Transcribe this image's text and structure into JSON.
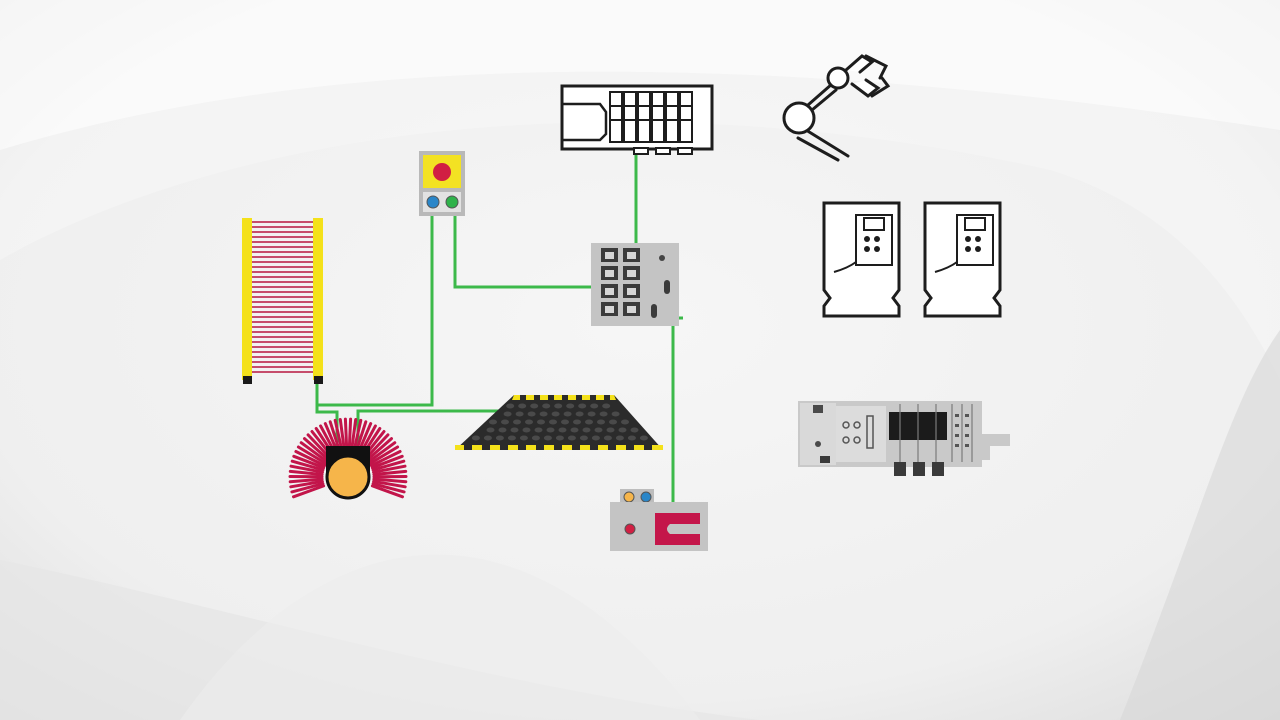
{
  "diagram": {
    "colors": {
      "background": "#f2f2f2",
      "wire": "#3cb94a",
      "hazard_yellow": "#f4e11a",
      "curtain_beam": "#b8163f",
      "scanner_ray": "#c2154a",
      "estop_red": "#d11f43",
      "estop_yellow": "#f3e223",
      "blue_button": "#2a86c8",
      "green_button": "#2fb24a",
      "device_grey": "#c9c9c9",
      "outline": "#222222",
      "accent_orange": "#f6b54a"
    },
    "devices": [
      {
        "name": "io-rack",
        "icon": "io-rack-icon"
      },
      {
        "name": "robot-arm",
        "icon": "robot-arm-icon"
      },
      {
        "name": "drive-1",
        "icon": "variable-frequency-drive-icon"
      },
      {
        "name": "drive-2",
        "icon": "variable-frequency-drive-icon"
      },
      {
        "name": "plc-controller",
        "icon": "plc-controller-icon"
      },
      {
        "name": "estop-station",
        "icon": "emergency-stop-icon"
      },
      {
        "name": "ethernet-switch",
        "icon": "ethernet-switch-icon"
      },
      {
        "name": "light-curtain",
        "icon": "light-curtain-icon"
      },
      {
        "name": "laser-scanner",
        "icon": "laser-scanner-icon"
      },
      {
        "name": "safety-mat",
        "icon": "safety-mat-icon"
      },
      {
        "name": "interlock-switch",
        "icon": "interlock-switch-icon"
      }
    ]
  }
}
